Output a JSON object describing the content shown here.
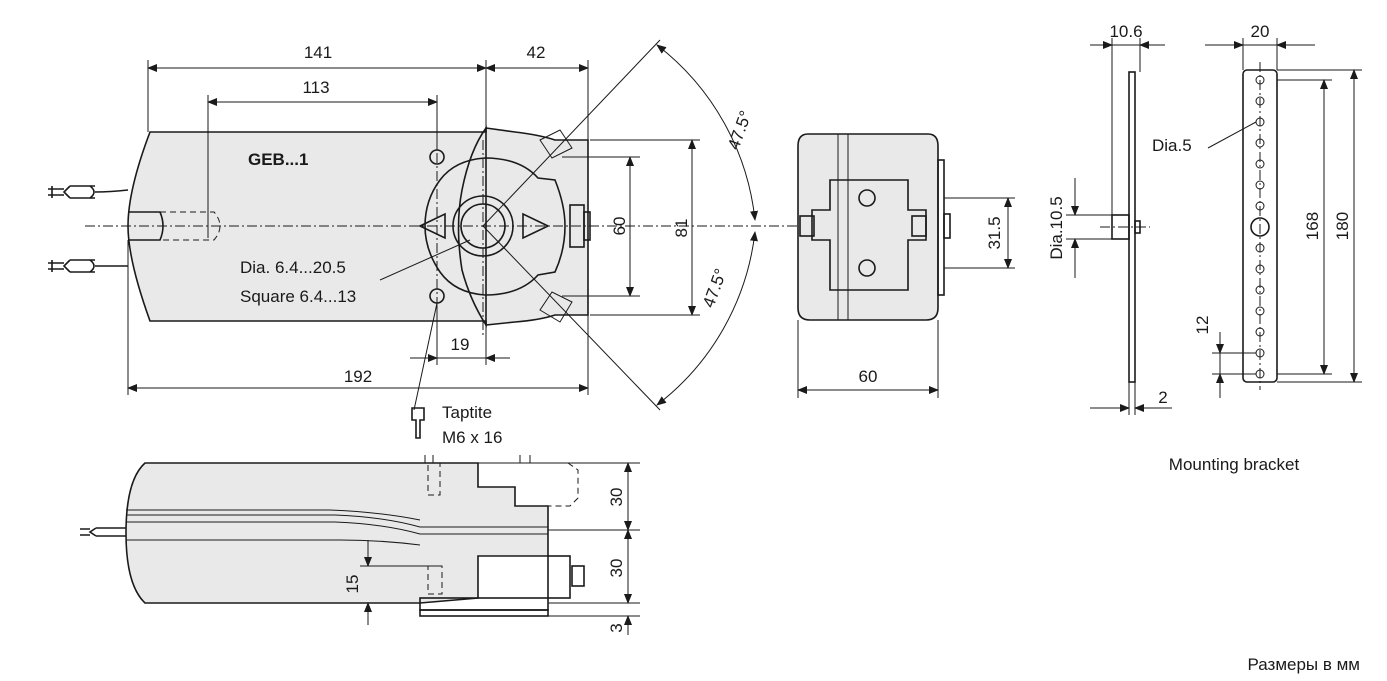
{
  "top_view": {
    "model_label": "GEB...1",
    "dims": {
      "d141": "141",
      "d42": "42",
      "d113": "113",
      "d60": "60",
      "d81": "81",
      "d19": "19",
      "d192": "192",
      "angle_top": "47.5°",
      "angle_bottom": "47.5°"
    },
    "shaft_label_1": "Dia. 6.4...20.5",
    "shaft_label_2": "Square 6.4...13",
    "screw_label_1": "Taptite",
    "screw_label_2": "M6 x 16"
  },
  "side_view": {
    "dims": {
      "d30a": "30",
      "d30b": "30",
      "d15": "15",
      "d3": "3"
    }
  },
  "end_view": {
    "dims": {
      "d60": "60",
      "d315": "31.5"
    }
  },
  "bracket": {
    "title": "Mounting bracket",
    "dims": {
      "d106": "10.6",
      "d20": "20",
      "dia105": "Dia.10.5",
      "dia5": "Dia.5",
      "d168": "168",
      "d180": "180",
      "d12": "12",
      "d2": "2"
    }
  },
  "footer": {
    "units_note": "Размеры в мм"
  }
}
